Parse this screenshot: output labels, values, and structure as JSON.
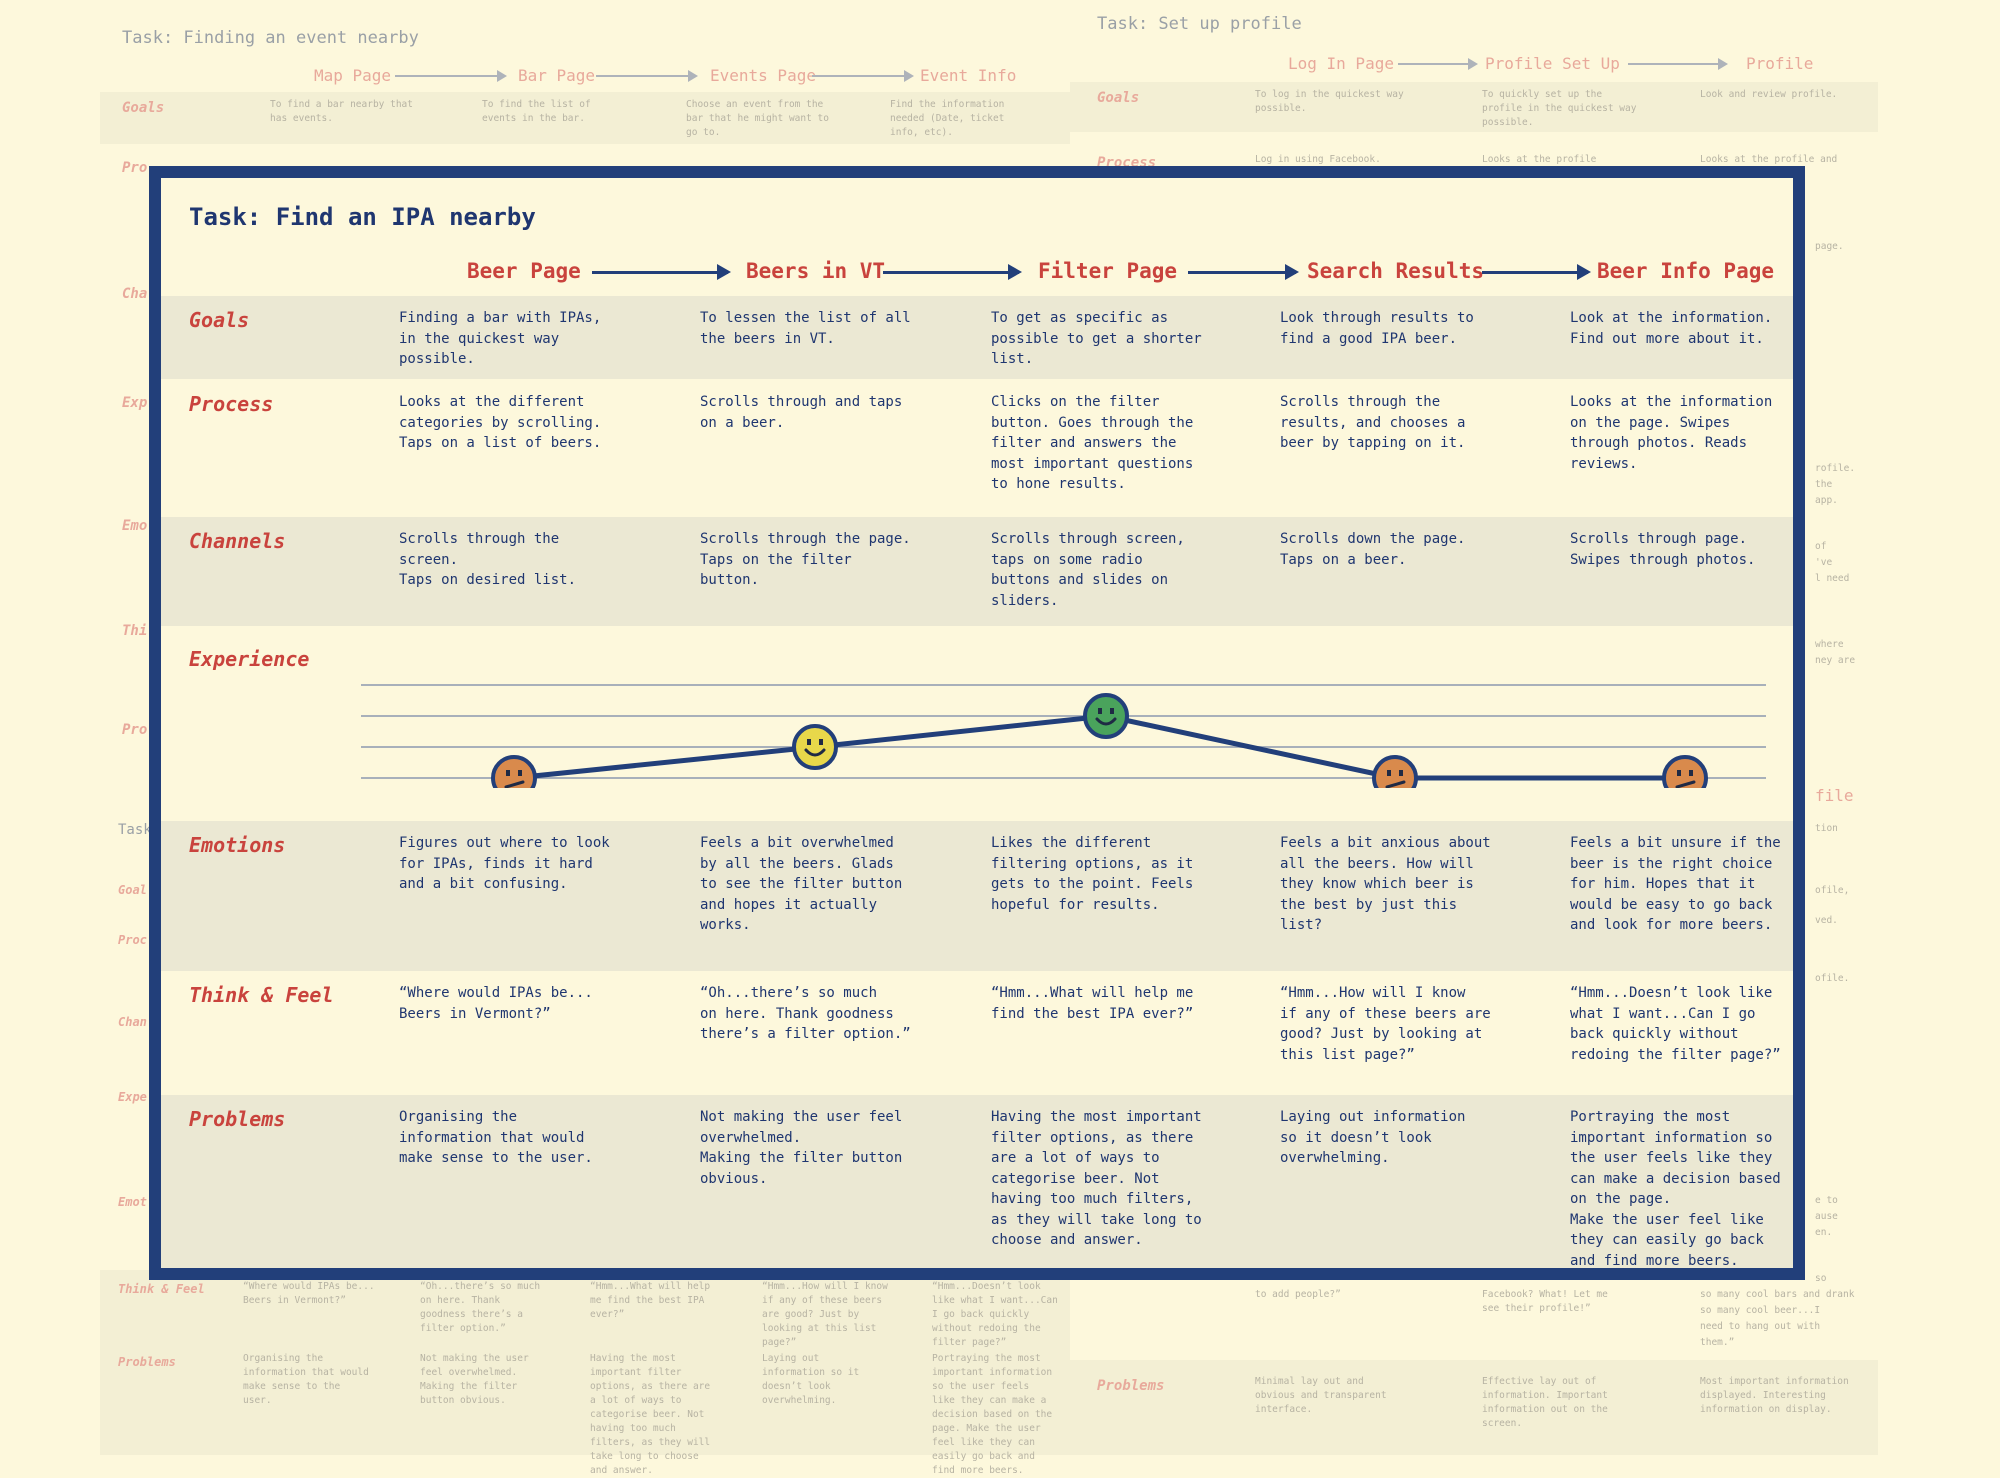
{
  "background": {
    "left": {
      "title": "Task: Finding an event nearby",
      "stages": [
        "Map Page",
        "Bar Page",
        "Events Page",
        "Event Info"
      ],
      "goals_label": "Goals",
      "goals": [
        "To find a bar nearby that has events.",
        "To find the list of events in the bar.",
        "Choose an event from the bar that he might want to go to.",
        "Find the information needed (Date, ticket info, etc)."
      ],
      "side_labels": [
        "Pro",
        "Cha",
        "Exp",
        "Emo",
        "Thi",
        "Pro"
      ],
      "second_task_prefix": "Task",
      "second_labels": [
        "Goal",
        "Proc",
        "Chan",
        "Expe",
        "Emot"
      ],
      "think_feel_label": "Think & Feel",
      "think_feel": [
        "“Where would IPAs be... Beers in Vermont?”",
        "“Oh...there’s so much on here. Thank goodness there’s a filter option.”",
        "“Hmm...What will help me find the best IPA ever?”",
        "“Hmm...How will I know if any of these beers are good? Just by looking at this list page?”",
        "“Hmm...Doesn’t look like what I want...Can I go back quickly without redoing the filter page?”"
      ],
      "problems_label": "Problems",
      "problems": [
        "Organising the information that would make sense to the user.",
        "Not making the user feel overwhelmed. Making the filter button obvious.",
        "Having the most important filter options, as there are a lot of ways to categorise beer. Not having too much filters, as they will take long to choose and answer.",
        "Laying out information so it doesn’t look overwhelming.",
        "Portraying the most important information so the user feels like they can make a decision based on the page. Make the user feel like they can easily go back and find more beers."
      ]
    },
    "right": {
      "title": "Task: Set up profile",
      "stages": [
        "Log In Page",
        "Profile Set Up",
        "Profile"
      ],
      "goals_label": "Goals",
      "goals": [
        "To log in the quickest way possible.",
        "To quickly set up the profile in the quickest way possible.",
        "Look and review profile."
      ],
      "process_label": "Process",
      "process_snippets": [
        "Log in using Facebook.",
        "Looks at the profile",
        "Looks at the profile and"
      ],
      "side_snippets": [
        "page.",
        "rofile.",
        "the",
        "app.",
        "of",
        "'ve",
        "l need",
        "where",
        "ney are",
        "file",
        "tion",
        "ofile,",
        "ved.",
        "ofile.",
        "e to",
        "ause",
        "en.",
        "so",
        "so many cool bars and drank",
        "so many cool beer...I",
        "need to hang out with",
        "them.”"
      ],
      "think_snippets": [
        "to add people?”",
        "Facebook? What! Let me see their profile!”"
      ],
      "problems_label": "Problems",
      "problems": [
        "Minimal lay out and obvious and transparent interface.",
        "Effective lay out of information. Important information out on the screen.",
        "Most important information displayed. Interesting information on display."
      ]
    }
  },
  "main": {
    "title": "Task: Find an IPA nearby",
    "stages": [
      "Beer Page",
      "Beers in VT",
      "Filter Page",
      "Search Results",
      "Beer Info Page"
    ],
    "rows": [
      {
        "label": "Goals",
        "cells": [
          "Finding a bar with IPAs,\nin the quickest way\npossible.",
          "To lessen the list of all\nthe beers in VT.",
          "To get as specific as\npossible to get a shorter\nlist.",
          "Look through results to\nfind a good IPA beer.",
          "Look at the information.\nFind out more about it."
        ]
      },
      {
        "label": "Process",
        "cells": [
          "Looks at the different\ncategories by scrolling.\nTaps on a list of beers.",
          "Scrolls through and taps\non a beer.",
          "Clicks on the filter\nbutton. Goes through the\nfilter and answers the\nmost important questions\nto hone results.",
          "Scrolls through the\nresults, and chooses a\nbeer by tapping on it.",
          "Looks at the information\non the page. Swipes\nthrough photos. Reads\nreviews."
        ]
      },
      {
        "label": "Channels",
        "cells": [
          "Scrolls through the\nscreen.\nTaps on desired list.",
          "Scrolls through the page.\nTaps on the filter\nbutton.",
          "Scrolls through screen,\ntaps on some radio\nbuttons and slides on\nsliders.",
          "Scrolls down the page.\nTaps on a beer.",
          "Scrolls through page.\nSwipes through photos."
        ]
      },
      {
        "label": "Experience"
      },
      {
        "label": "Emotions",
        "cells": [
          "Figures out where to look\nfor IPAs, finds it hard\nand a bit confusing.",
          "Feels a bit overwhelmed\nby all the beers. Glads\nto see the filter button\nand hopes it actually\nworks.",
          "Likes the different\nfiltering options, as it\ngets to the point. Feels\nhopeful for results.",
          "Feels a bit anxious about\nall the beers. How will\nthey know which beer is\nthe best by just this\nlist?",
          "Feels a bit unsure if the\nbeer is the right choice\nfor him. Hopes that it\nwould be easy to go back\nand look for more beers."
        ]
      },
      {
        "label": "Think & Feel",
        "cells": [
          "“Where would IPAs be...\nBeers in Vermont?”",
          "“Oh...there’s so much\non here. Thank goodness\nthere’s a filter option.”",
          "“Hmm...What will help me\nfind the best IPA ever?”",
          "“Hmm...How will I know\nif any of these beers are\ngood? Just by looking at\nthis list page?”",
          "“Hmm...Doesn’t look like\nwhat I want...Can I go\nback quickly without\nredoing the filter page?”"
        ]
      },
      {
        "label": "Problems",
        "cells": [
          "Organising the\ninformation that would\nmake sense to the user.",
          "Not making the user feel\noverwhelmed.\nMaking the filter button\nobvious.",
          "Having the most important\nfilter options, as there\nare a lot of ways to\ncategorise beer. Not\nhaving too much filters,\nas they will take long to\nchoose and answer.",
          "Laying out information\nso it doesn’t look\noverwhelming.",
          "Portraying the most\nimportant information so\nthe user feels like they\ncan make a decision based\non the page.\nMake the user feel like\nthey can easily go back\nand find more beers."
        ]
      }
    ],
    "experience": {
      "levels": 4,
      "points": [
        {
          "stage": "Beer Page",
          "level": 1,
          "mood": "confused",
          "color": "#d98a4c"
        },
        {
          "stage": "Beers in VT",
          "level": 2,
          "mood": "happy",
          "color": "#e8d84a"
        },
        {
          "stage": "Filter Page",
          "level": 3,
          "mood": "happy",
          "color": "#4aa35c"
        },
        {
          "stage": "Search Results",
          "level": 1,
          "mood": "confused",
          "color": "#d98a4c"
        },
        {
          "stage": "Beer Info Page",
          "level": 1,
          "mood": "confused",
          "color": "#d98a4c"
        }
      ]
    },
    "colors": {
      "border": "#223f7a",
      "heading": "#c9433d",
      "text": "#1f3670",
      "shade": "#ebe8d3"
    }
  }
}
